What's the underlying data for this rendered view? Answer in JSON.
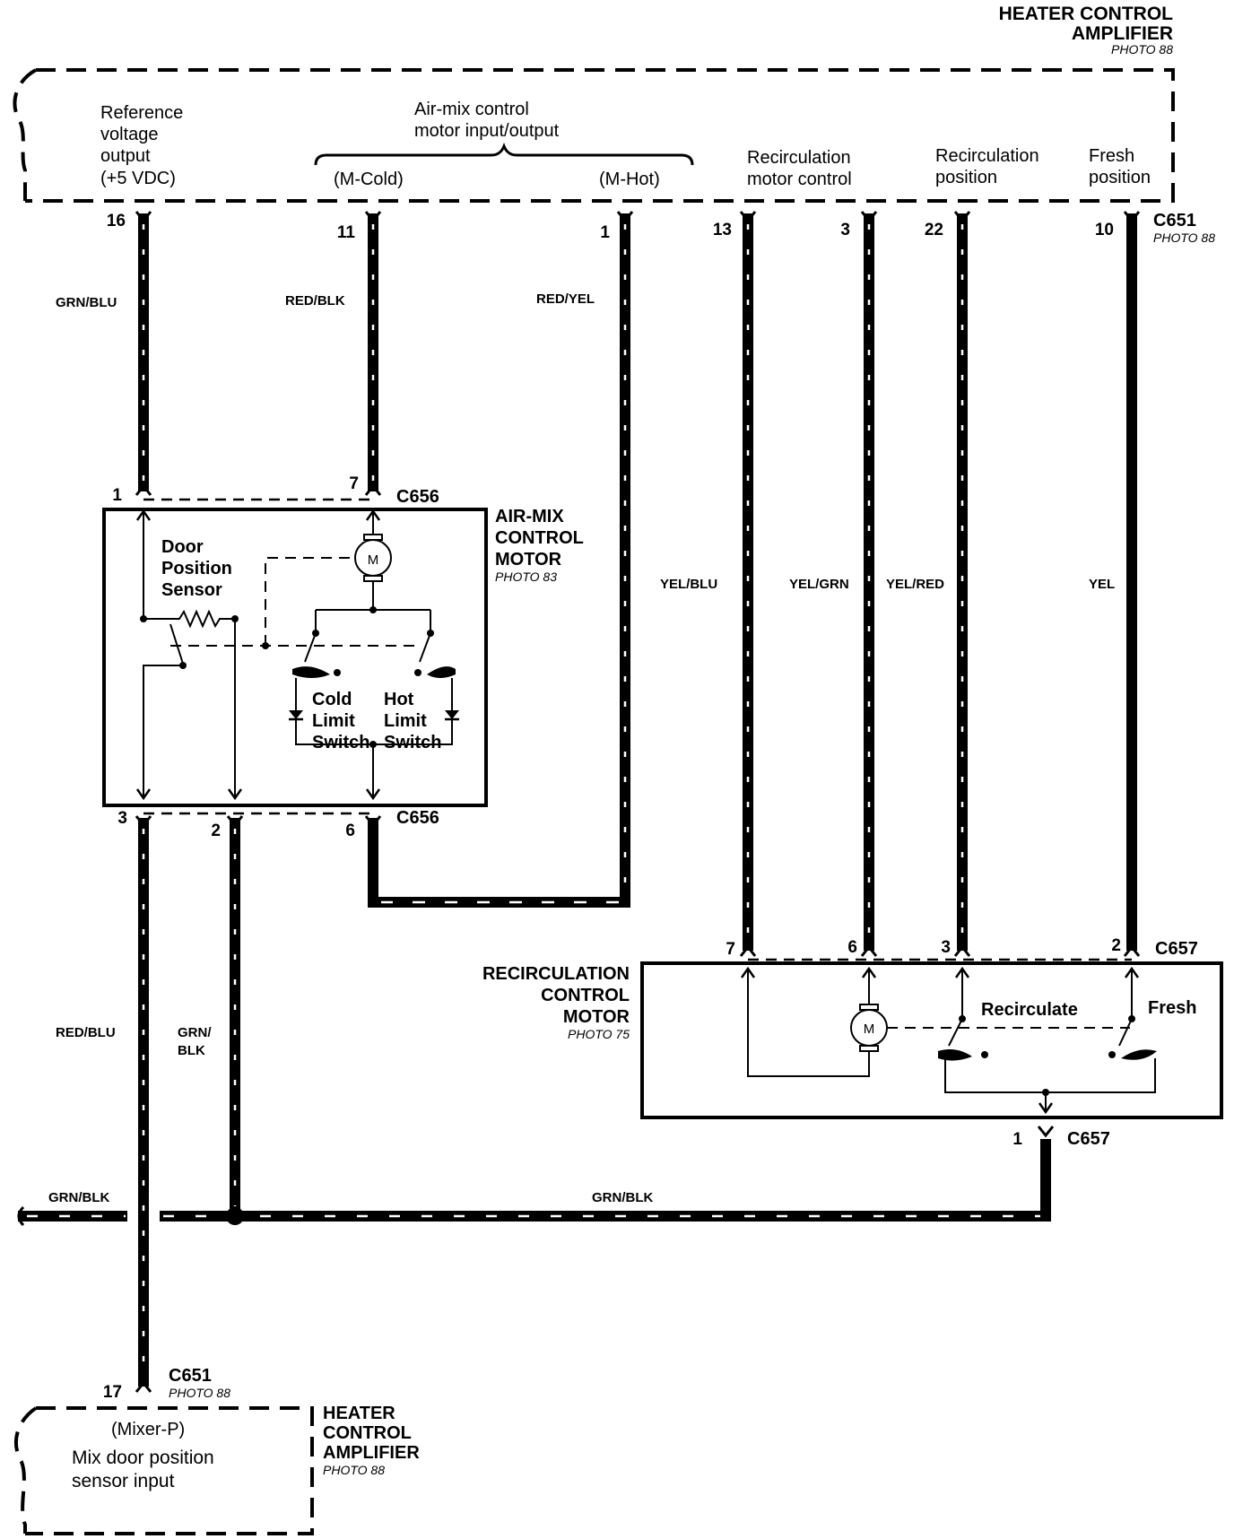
{
  "top_amplifier": {
    "title_line1": "HEATER CONTROL",
    "title_line2": "AMPLIFIER",
    "photo": "PHOTO 88",
    "ref_voltage": [
      "Reference",
      "voltage",
      "output",
      "(+5 VDC)"
    ],
    "airmix_io": [
      "Air-mix control",
      "motor input/output"
    ],
    "m_cold": "(M-Cold)",
    "m_hot": "(M-Hot)",
    "recirc_motor": [
      "Recirculation",
      "motor control"
    ],
    "recirc_pos": [
      "Recirculation",
      "position"
    ],
    "fresh_pos": [
      "Fresh",
      "position"
    ]
  },
  "c651_top": {
    "name": "C651",
    "photo": "PHOTO 88",
    "pins": [
      "16",
      "11",
      "1",
      "13",
      "3",
      "22",
      "10"
    ]
  },
  "wires": {
    "grn_blu": "GRN/BLU",
    "red_blk": "RED/BLK",
    "red_yel": "RED/YEL",
    "yel_blu": "YEL/BLU",
    "yel_grn": "YEL/GRN",
    "yel_red": "YEL/RED",
    "yel": "YEL",
    "red_blu": "RED/BLU",
    "grn_blk_v1": "GRN/",
    "grn_blk_v2": "BLK",
    "grn_blk_left": "GRN/BLK",
    "grn_blk_right": "GRN/BLK"
  },
  "airmix_motor": {
    "title": [
      "AIR-MIX",
      "CONTROL",
      "MOTOR"
    ],
    "photo": "PHOTO 83",
    "connector": "C656",
    "connector_bottom": "C656",
    "pins_top": [
      "1",
      "7"
    ],
    "pins_bottom": [
      "3",
      "2",
      "6"
    ],
    "door_sensor": [
      "Door",
      "Position",
      "Sensor"
    ],
    "motor_symbol": "M",
    "cold_switch": [
      "Cold",
      "Limit",
      "Switch"
    ],
    "hot_switch": [
      "Hot",
      "Limit",
      "Switch"
    ]
  },
  "recirc_motor": {
    "title": [
      "RECIRCULATION",
      "CONTROL",
      "MOTOR"
    ],
    "photo": "PHOTO 75",
    "connector": "C657",
    "connector_bottom": "C657",
    "pins_top": [
      "7",
      "6",
      "3",
      "2"
    ],
    "pin_bottom": "1",
    "motor_symbol": "M",
    "recirculate": "Recirculate",
    "fresh": "Fresh"
  },
  "c651_bottom": {
    "name": "C651",
    "photo": "PHOTO 88",
    "pin": "17"
  },
  "bottom_amplifier": {
    "title": [
      "HEATER",
      "CONTROL",
      "AMPLIFIER"
    ],
    "photo": "PHOTO 88",
    "mixer": "(Mixer-P)",
    "mix_sensor": [
      "Mix door position",
      "sensor input"
    ]
  }
}
